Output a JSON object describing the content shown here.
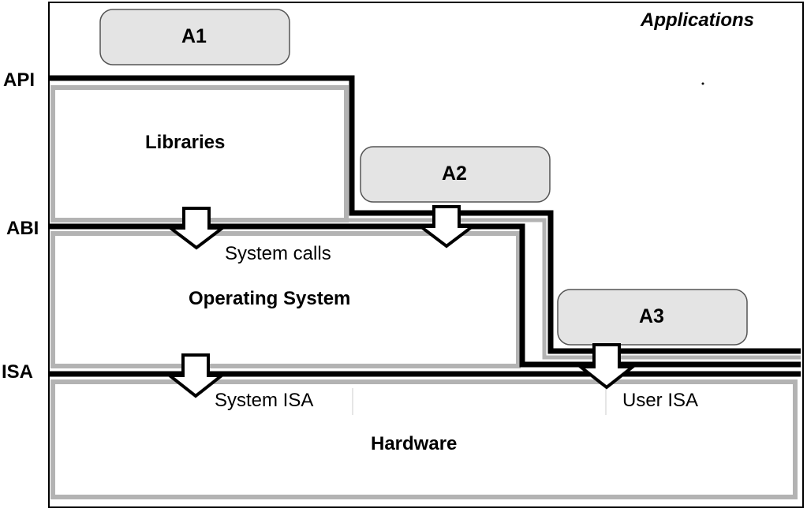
{
  "title": "Applications",
  "interfaces": {
    "api": "API",
    "abi": "ABI",
    "isa": "ISA"
  },
  "layers": {
    "libraries": "Libraries",
    "operating_system": "Operating System",
    "hardware": "Hardware"
  },
  "apps": {
    "a1": "A1",
    "a2": "A2",
    "a3": "A3"
  },
  "annotations": {
    "system_calls": "System calls",
    "system_isa": "System ISA",
    "user_isa": "User ISA"
  }
}
